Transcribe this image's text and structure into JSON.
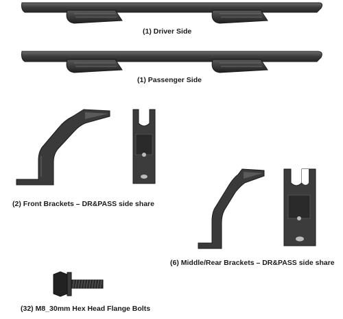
{
  "parts": {
    "driver_side": {
      "caption": "(1) Driver Side"
    },
    "passenger_side": {
      "caption": "(1) Passenger Side"
    },
    "front_brackets": {
      "caption": "(2) Front Brackets – DR&PASS side share"
    },
    "middle_rear_brackets": {
      "caption": "(6) Middle/Rear Brackets – DR&PASS side share"
    },
    "bolts": {
      "caption": "(32) M8_30mm Hex Head Flange Bolts"
    }
  }
}
